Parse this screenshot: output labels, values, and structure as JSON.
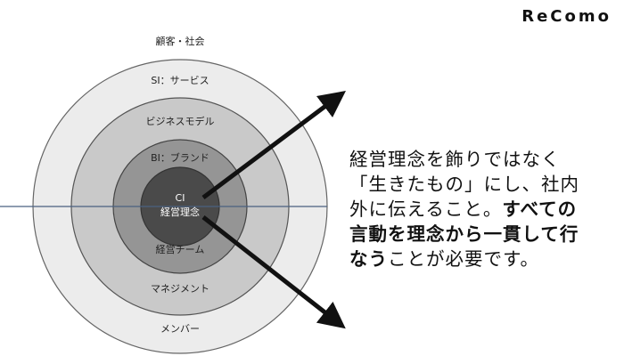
{
  "brand": {
    "logo": "ReComo"
  },
  "diagram": {
    "rings": [
      {
        "label": "顧客・社会"
      },
      {
        "label": "SI：サービス"
      },
      {
        "label": "ビジネスモデル"
      },
      {
        "label": "BI：ブランド"
      },
      {
        "label": "CI"
      },
      {
        "label": "経営理念"
      },
      {
        "label": "経営チーム"
      },
      {
        "label": "マネジメント"
      },
      {
        "label": "メンバー"
      }
    ]
  },
  "message": {
    "part1": "経営理念を飾りではなく「生きたもの」にし、社内外に伝えること。",
    "bold": "すべての言動を理念から一貫して行なう",
    "part2": "ことが必要です。"
  },
  "colors": {
    "outer_ring": "#ececec",
    "middle_ring": "#c9c9c9",
    "inner_ring": "#959595",
    "core": "#4a4a4a",
    "axis_line": "#4a6080"
  }
}
